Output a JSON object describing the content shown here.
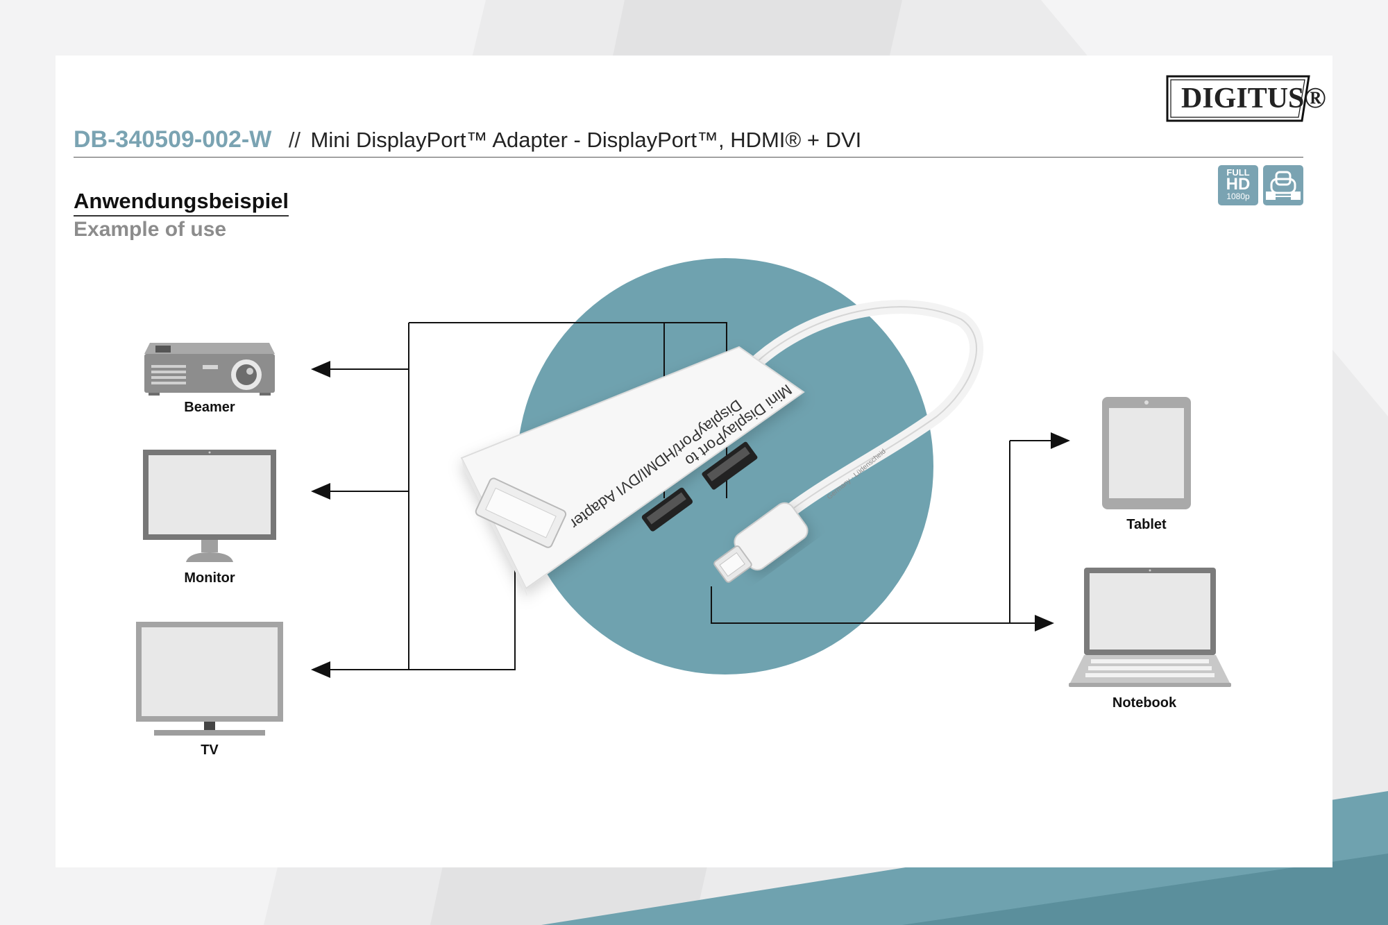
{
  "header": {
    "sku": "DB-340509-002-W",
    "separator": "//",
    "title": "Mini DisplayPort™ Adapter - DisplayPort™, HDMI® + DVI",
    "logo": "DIGITUS®"
  },
  "badges": [
    {
      "name": "full-hd-badge",
      "lines": [
        "FULL",
        "HD",
        "1080p"
      ]
    },
    {
      "name": "network-icon"
    }
  ],
  "section": {
    "heading_de": "Anwendungsbeispiel",
    "heading_en": "Example of use"
  },
  "devices": {
    "outputs": [
      {
        "label": "Beamer",
        "icon": "projector-icon"
      },
      {
        "label": "Monitor",
        "icon": "monitor-icon"
      },
      {
        "label": "TV",
        "icon": "tv-icon"
      }
    ],
    "sources": [
      {
        "label": "Tablet",
        "icon": "tablet-icon"
      },
      {
        "label": "Notebook",
        "icon": "notebook-icon"
      }
    ]
  },
  "adapter": {
    "text_line1": "Mini DisplayPort to",
    "text_line2": "DisplayPort/HDMI/DVI Adapter",
    "cable_print": "Germany · Lüdenscheid"
  },
  "colors": {
    "accent": "#7aa3b2",
    "circle": "#6fa2af",
    "device_gray": "#8a8a8a",
    "screen": "#e8e8e8"
  }
}
